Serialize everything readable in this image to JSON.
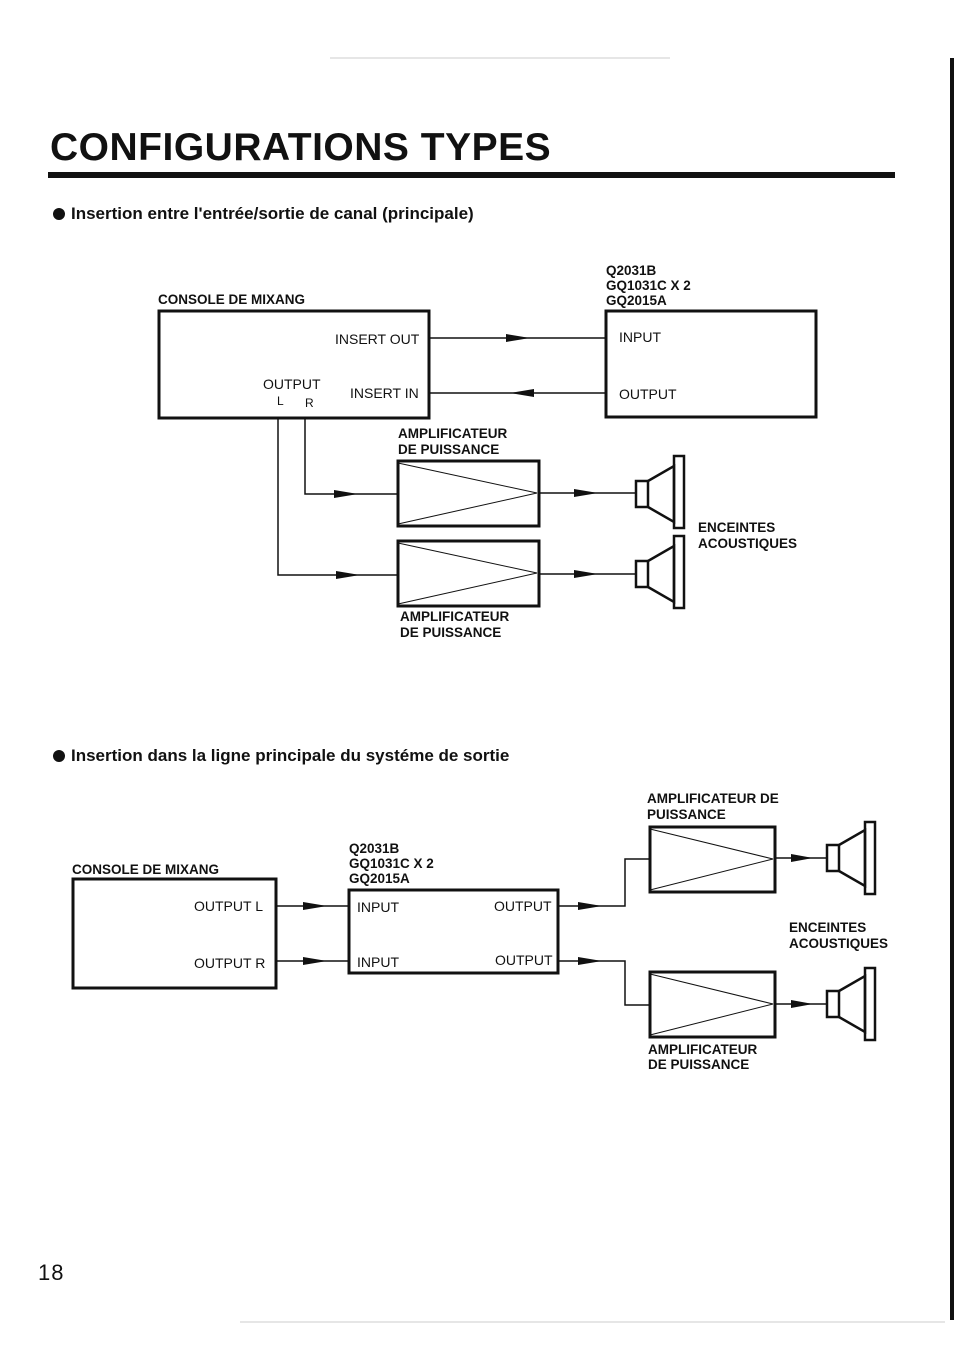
{
  "page": {
    "title": "CONFIGURATIONS TYPES",
    "page_number": "18"
  },
  "section1": {
    "heading": "Insertion entre l'entrée/sortie de canal (principale)",
    "console_label": "CONSOLE DE MIXANG",
    "insert_out": "INSERT OUT",
    "insert_in": "INSERT IN",
    "output": "OUTPUT",
    "output_l": "L",
    "output_r": "R",
    "device_line1": "Q2031B",
    "device_line2": "GQ1031C X 2",
    "device_line3": "GQ2015A",
    "device_input": "INPUT",
    "device_output": "OUTPUT",
    "amp_top_line1": "AMPLIFICATEUR",
    "amp_top_line2": "DE PUISSANCE",
    "amp_bottom_line1": "AMPLIFICATEUR",
    "amp_bottom_line2": "DE PUISSANCE",
    "speakers_line1": "ENCEINTES",
    "speakers_line2": "ACOUSTIQUES"
  },
  "section2": {
    "heading": "Insertion dans la ligne principale du systéme de sortie",
    "console_label": "CONSOLE DE MIXANG",
    "output_l": "OUTPUT L",
    "output_r": "OUTPUT R",
    "device_line1": "Q2031B",
    "device_line2": "GQ1031C X 2",
    "device_line3": "GQ2015A",
    "input_1": "INPUT",
    "output_1": "OUTPUT",
    "input_2": "INPUT",
    "output_2": "OUTPUT",
    "amp_top_line1": "AMPLIFICATEUR DE",
    "amp_top_line2": "PUISSANCE",
    "amp_bottom_line1": "AMPLIFICATEUR",
    "amp_bottom_line2": "DE PUISSANCE",
    "speakers_line1": "ENCEINTES",
    "speakers_line2": "ACOUSTIQUES"
  }
}
